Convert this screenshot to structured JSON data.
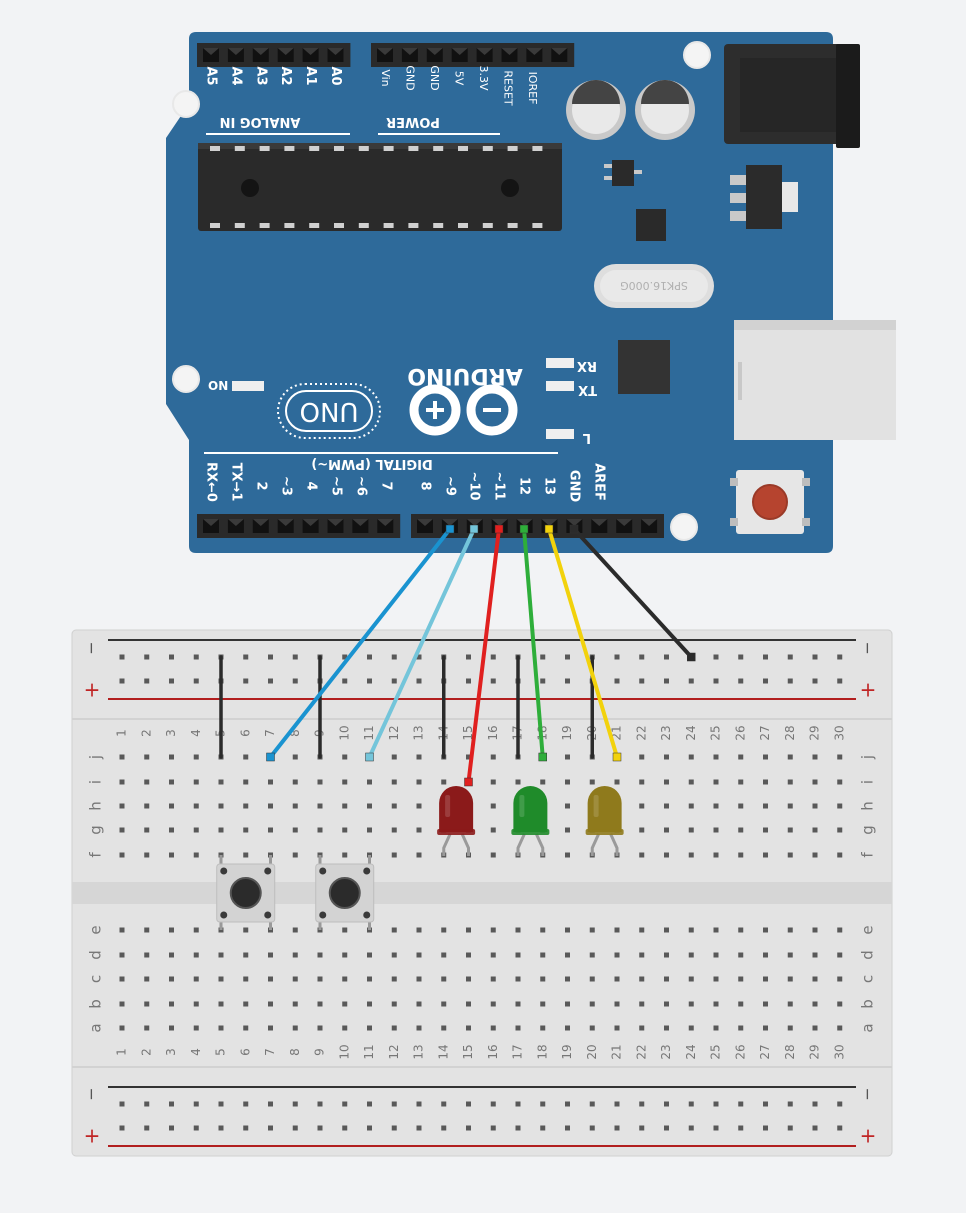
{
  "colors": {
    "background": "#f2f3f5",
    "board": "#2e6a9a",
    "breadboard": "#e3e3e3",
    "wire_blue": "#1a93d0",
    "wire_light_blue": "#74c5da",
    "wire_red": "#e0201f",
    "wire_green": "#2eae3a",
    "wire_yellow": "#f2d20c",
    "wire_black": "#2b2b2b",
    "led_red": "#8b1a1a",
    "led_green": "#1f8b2a",
    "led_yellow": "#8f7a1c",
    "rail_red": "#b21f1f"
  },
  "board": {
    "analog_pins": [
      "A5",
      "A4",
      "A3",
      "A2",
      "A1",
      "A0"
    ],
    "power_pins": [
      "Vin",
      "GND",
      "GND",
      "5V",
      "3.3V",
      "RESET",
      "IOREF"
    ],
    "analog_header": "ANALOG IN",
    "power_header": "POWER",
    "brand": "ARDUINO",
    "model": "UNO",
    "on_label": "ON",
    "rx_label": "RX",
    "tx_label": "TX",
    "l_label": "L",
    "digital_header": "DIGITAL (PWM~)",
    "digital_pins": [
      "RX←0",
      "TX→1",
      "2",
      "~3",
      "4",
      "~5",
      "~6",
      "7",
      "8",
      "~9",
      "~10",
      "~11",
      "12",
      "13",
      "GND",
      "AREF"
    ],
    "crystal_text": "SPK16.000G"
  },
  "breadboard": {
    "columns": [
      "1",
      "2",
      "3",
      "4",
      "5",
      "6",
      "7",
      "8",
      "9",
      "10",
      "11",
      "12",
      "13",
      "14",
      "15",
      "16",
      "17",
      "18",
      "19",
      "20",
      "21",
      "22",
      "23",
      "24",
      "25",
      "26",
      "27",
      "28",
      "29",
      "30"
    ],
    "top_rows": [
      "j",
      "i",
      "h",
      "g",
      "f"
    ],
    "bottom_rows": [
      "e",
      "d",
      "c",
      "b",
      "a"
    ],
    "minus_label": "−",
    "plus_label": "+"
  },
  "wires": [
    {
      "color": "#1a93d0",
      "from_pin": "~9",
      "to": "j7"
    },
    {
      "color": "#74c5da",
      "from_pin": "~10",
      "to": "j11"
    },
    {
      "color": "#e0201f",
      "from_pin": "~11",
      "to": "i15"
    },
    {
      "color": "#2eae3a",
      "from_pin": "12",
      "to": "j18"
    },
    {
      "color": "#f2d20c",
      "from_pin": "13",
      "to": "j21"
    },
    {
      "color": "#2b2b2b",
      "from_pin": "GND",
      "to": "top rail −, 24"
    }
  ],
  "leds": [
    {
      "color": "#8b1a1a",
      "columns": [
        "14",
        "15"
      ]
    },
    {
      "color": "#1f8b2a",
      "columns": [
        "17",
        "18"
      ]
    },
    {
      "color": "#8f7a1c",
      "columns": [
        "20",
        "21"
      ]
    }
  ],
  "buttons": [
    {
      "columns": [
        "5",
        "7"
      ]
    },
    {
      "columns": [
        "9",
        "11"
      ]
    }
  ]
}
